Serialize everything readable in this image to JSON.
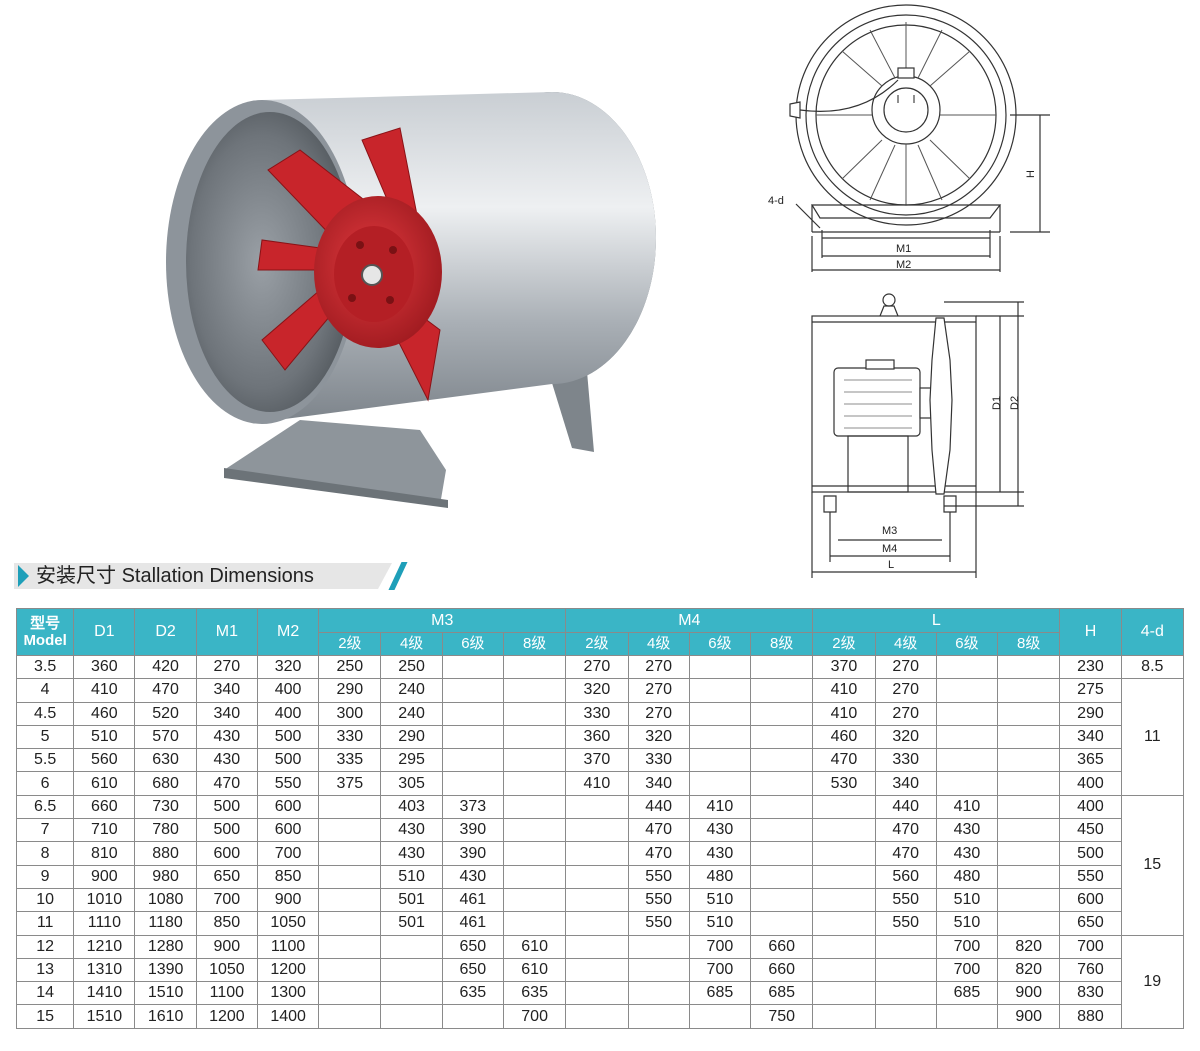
{
  "section": {
    "title_cn": "安装尺寸",
    "title_en": "Stallation Dimensions"
  },
  "drawing_labels": {
    "bolt": "4-d",
    "H": "H",
    "M1": "M1",
    "M2": "M2",
    "M3": "M3",
    "M4": "M4",
    "L": "L",
    "D1": "D1",
    "D2": "D2"
  },
  "table": {
    "model_cn": "型号",
    "model_en": "Model",
    "col_D1": "D1",
    "col_D2": "D2",
    "col_M1": "M1",
    "col_M2": "M2",
    "group_M3": "M3",
    "group_M4": "M4",
    "group_L": "L",
    "col_H": "H",
    "col_4d": "4-d",
    "stages": [
      "2级",
      "4级",
      "6级",
      "8级"
    ],
    "rows": [
      {
        "model": "3.5",
        "D1": "360",
        "D2": "420",
        "M1": "270",
        "M2": "320",
        "M3": [
          "250",
          "250",
          "",
          ""
        ],
        "M4": [
          "270",
          "270",
          "",
          ""
        ],
        "L": [
          "370",
          "270",
          "",
          ""
        ],
        "H": "230"
      },
      {
        "model": "4",
        "D1": "410",
        "D2": "470",
        "M1": "340",
        "M2": "400",
        "M3": [
          "290",
          "240",
          "",
          ""
        ],
        "M4": [
          "320",
          "270",
          "",
          ""
        ],
        "L": [
          "410",
          "270",
          "",
          ""
        ],
        "H": "275"
      },
      {
        "model": "4.5",
        "D1": "460",
        "D2": "520",
        "M1": "340",
        "M2": "400",
        "M3": [
          "300",
          "240",
          "",
          ""
        ],
        "M4": [
          "330",
          "270",
          "",
          ""
        ],
        "L": [
          "410",
          "270",
          "",
          ""
        ],
        "H": "290"
      },
      {
        "model": "5",
        "D1": "510",
        "D2": "570",
        "M1": "430",
        "M2": "500",
        "M3": [
          "330",
          "290",
          "",
          ""
        ],
        "M4": [
          "360",
          "320",
          "",
          ""
        ],
        "L": [
          "460",
          "320",
          "",
          ""
        ],
        "H": "340"
      },
      {
        "model": "5.5",
        "D1": "560",
        "D2": "630",
        "M1": "430",
        "M2": "500",
        "M3": [
          "335",
          "295",
          "",
          ""
        ],
        "M4": [
          "370",
          "330",
          "",
          ""
        ],
        "L": [
          "470",
          "330",
          "",
          ""
        ],
        "H": "365"
      },
      {
        "model": "6",
        "D1": "610",
        "D2": "680",
        "M1": "470",
        "M2": "550",
        "M3": [
          "375",
          "305",
          "",
          ""
        ],
        "M4": [
          "410",
          "340",
          "",
          ""
        ],
        "L": [
          "530",
          "340",
          "",
          ""
        ],
        "H": "400"
      },
      {
        "model": "6.5",
        "D1": "660",
        "D2": "730",
        "M1": "500",
        "M2": "600",
        "M3": [
          "",
          "403",
          "373",
          ""
        ],
        "M4": [
          "",
          "440",
          "410",
          ""
        ],
        "L": [
          "",
          "440",
          "410",
          ""
        ],
        "H": "400"
      },
      {
        "model": "7",
        "D1": "710",
        "D2": "780",
        "M1": "500",
        "M2": "600",
        "M3": [
          "",
          "430",
          "390",
          ""
        ],
        "M4": [
          "",
          "470",
          "430",
          ""
        ],
        "L": [
          "",
          "470",
          "430",
          ""
        ],
        "H": "450"
      },
      {
        "model": "8",
        "D1": "810",
        "D2": "880",
        "M1": "600",
        "M2": "700",
        "M3": [
          "",
          "430",
          "390",
          ""
        ],
        "M4": [
          "",
          "470",
          "430",
          ""
        ],
        "L": [
          "",
          "470",
          "430",
          ""
        ],
        "H": "500"
      },
      {
        "model": "9",
        "D1": "900",
        "D2": "980",
        "M1": "650",
        "M2": "850",
        "M3": [
          "",
          "510",
          "430",
          ""
        ],
        "M4": [
          "",
          "550",
          "480",
          ""
        ],
        "L": [
          "",
          "560",
          "480",
          ""
        ],
        "H": "550"
      },
      {
        "model": "10",
        "D1": "1010",
        "D2": "1080",
        "M1": "700",
        "M2": "900",
        "M3": [
          "",
          "501",
          "461",
          ""
        ],
        "M4": [
          "",
          "550",
          "510",
          ""
        ],
        "L": [
          "",
          "550",
          "510",
          ""
        ],
        "H": "600"
      },
      {
        "model": "11",
        "D1": "1110",
        "D2": "1180",
        "M1": "850",
        "M2": "1050",
        "M3": [
          "",
          "501",
          "461",
          ""
        ],
        "M4": [
          "",
          "550",
          "510",
          ""
        ],
        "L": [
          "",
          "550",
          "510",
          ""
        ],
        "H": "650"
      },
      {
        "model": "12",
        "D1": "1210",
        "D2": "1280",
        "M1": "900",
        "M2": "1100",
        "M3": [
          "",
          "",
          "650",
          "610"
        ],
        "M4": [
          "",
          "",
          "700",
          "660"
        ],
        "L": [
          "",
          "",
          "700",
          "820"
        ],
        "H": "700"
      },
      {
        "model": "13",
        "D1": "1310",
        "D2": "1390",
        "M1": "1050",
        "M2": "1200",
        "M3": [
          "",
          "",
          "650",
          "610"
        ],
        "M4": [
          "",
          "",
          "700",
          "660"
        ],
        "L": [
          "",
          "",
          "700",
          "820"
        ],
        "H": "760"
      },
      {
        "model": "14",
        "D1": "1410",
        "D2": "1510",
        "M1": "1100",
        "M2": "1300",
        "M3": [
          "",
          "",
          "635",
          "635"
        ],
        "M4": [
          "",
          "",
          "685",
          "685"
        ],
        "L": [
          "",
          "",
          "685",
          "900"
        ],
        "H": "830"
      },
      {
        "model": "15",
        "D1": "1510",
        "D2": "1610",
        "M1": "1200",
        "M2": "1400",
        "M3": [
          "",
          "",
          "",
          "700"
        ],
        "M4": [
          "",
          "",
          "",
          "750"
        ],
        "L": [
          "",
          "",
          "",
          "900"
        ],
        "H": "880"
      }
    ],
    "bolt_groups": [
      {
        "value": "8.5",
        "rows": 1
      },
      {
        "value": "11",
        "rows": 5
      },
      {
        "value": "15",
        "rows": 6
      },
      {
        "value": "19",
        "rows": 4
      }
    ]
  },
  "colors": {
    "header_bg": "#3ab5c6",
    "accent": "#1e9fb9",
    "fan_red": "#c8252b",
    "casing_gray": "#8d949b"
  }
}
